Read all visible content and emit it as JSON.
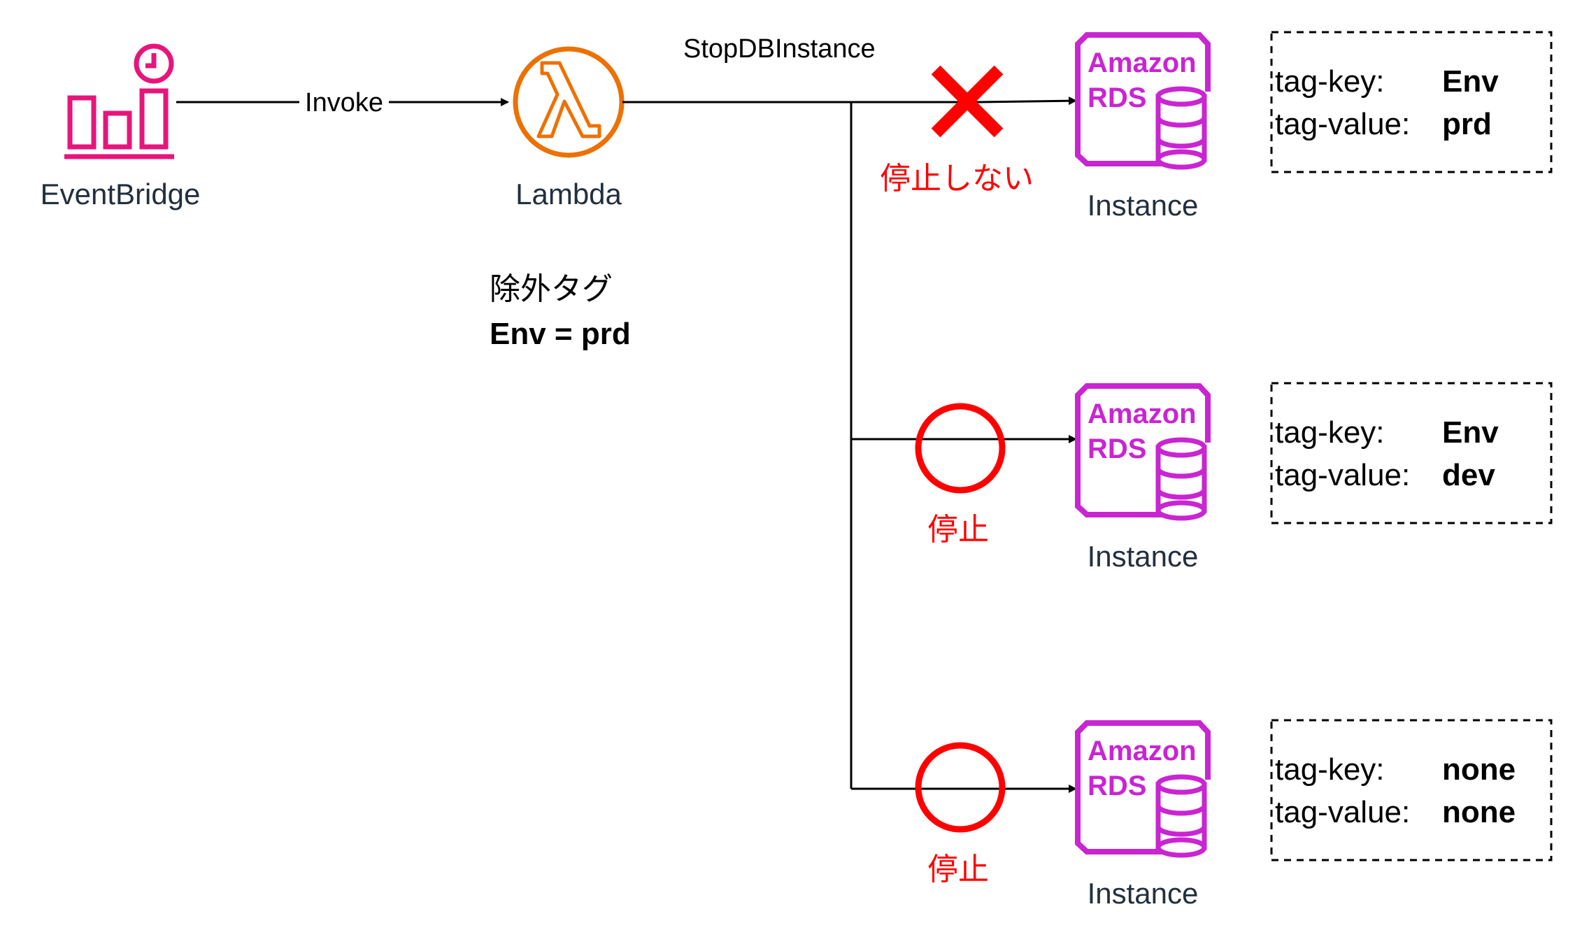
{
  "colors": {
    "eventbridge": "#e7157b",
    "lambda": "#ed7100",
    "rds": "#c925d1",
    "status": "#ff0000",
    "line": "#000000",
    "node_label": "#232f3e"
  },
  "nodes": {
    "eventbridge": {
      "label": "EventBridge",
      "icon": "eventbridge-icon"
    },
    "lambda": {
      "label": "Lambda",
      "icon": "lambda-icon"
    }
  },
  "edges": {
    "invoke": "Invoke",
    "stop": "StopDBInstance"
  },
  "exclusion": {
    "title": "除外タグ",
    "rule": "Env = prd"
  },
  "instances": [
    {
      "icon_title": "Amazon",
      "icon_sub": "RDS",
      "label": "Instance",
      "status_mark": "cross",
      "status_text": "停止しない",
      "tag_key_label": "tag-key:",
      "tag_key": "Env",
      "tag_value_label": "tag-value:",
      "tag_value": "prd"
    },
    {
      "icon_title": "Amazon",
      "icon_sub": "RDS",
      "label": "Instance",
      "status_mark": "circle",
      "status_text": "停止",
      "tag_key_label": "tag-key:",
      "tag_key": "Env",
      "tag_value_label": "tag-value:",
      "tag_value": "dev"
    },
    {
      "icon_title": "Amazon",
      "icon_sub": "RDS",
      "label": "Instance",
      "status_mark": "circle",
      "status_text": "停止",
      "tag_key_label": "tag-key:",
      "tag_key": "none",
      "tag_value_label": "tag-value:",
      "tag_value": "none"
    }
  ]
}
